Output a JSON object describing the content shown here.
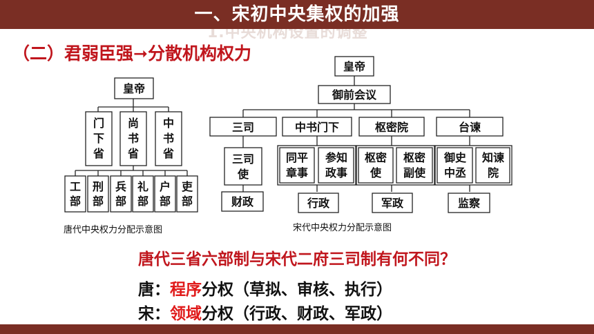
{
  "header": {
    "title": "一、宋初中央集权的加强",
    "ghost_text": "1.中央机构设置的调整"
  },
  "subtitle": {
    "prefix": "（二）君弱臣强",
    "arrow": "➞",
    "suffix": "分散机构权力"
  },
  "tang": {
    "emperor": "皇帝",
    "sheng": [
      "门下省",
      "尚书省",
      "中书省"
    ],
    "bu": [
      "工部",
      "刑部",
      "兵部",
      "礼部",
      "户部",
      "吏部"
    ],
    "caption": "唐代中央权力分配示意图"
  },
  "song": {
    "emperor": "皇帝",
    "council": "御前会议",
    "branches": [
      "三司",
      "中书门下",
      "枢密院",
      "台谏"
    ],
    "officials": [
      "三司使",
      "同平章事",
      "参知政事",
      "枢密使",
      "枢密副使",
      "御史中丞",
      "知谏院"
    ],
    "domains": [
      "财政",
      "行政",
      "军政",
      "监察"
    ],
    "caption": "宋代中央权力分配示意图"
  },
  "question": "唐代三省六部制与宋代二府三司制有何不同？",
  "answers": {
    "tang": {
      "lead": "唐：",
      "highlight": "程序",
      "rest": "分权（草拟、审核、执行）"
    },
    "song": {
      "lead": "宋：",
      "highlight": "领域",
      "rest": "分权（行政、财政、军政）"
    }
  },
  "colors": {
    "banner": "#7a2e24",
    "accent_red": "#c0161d",
    "highlight_red": "#e01a1a"
  }
}
